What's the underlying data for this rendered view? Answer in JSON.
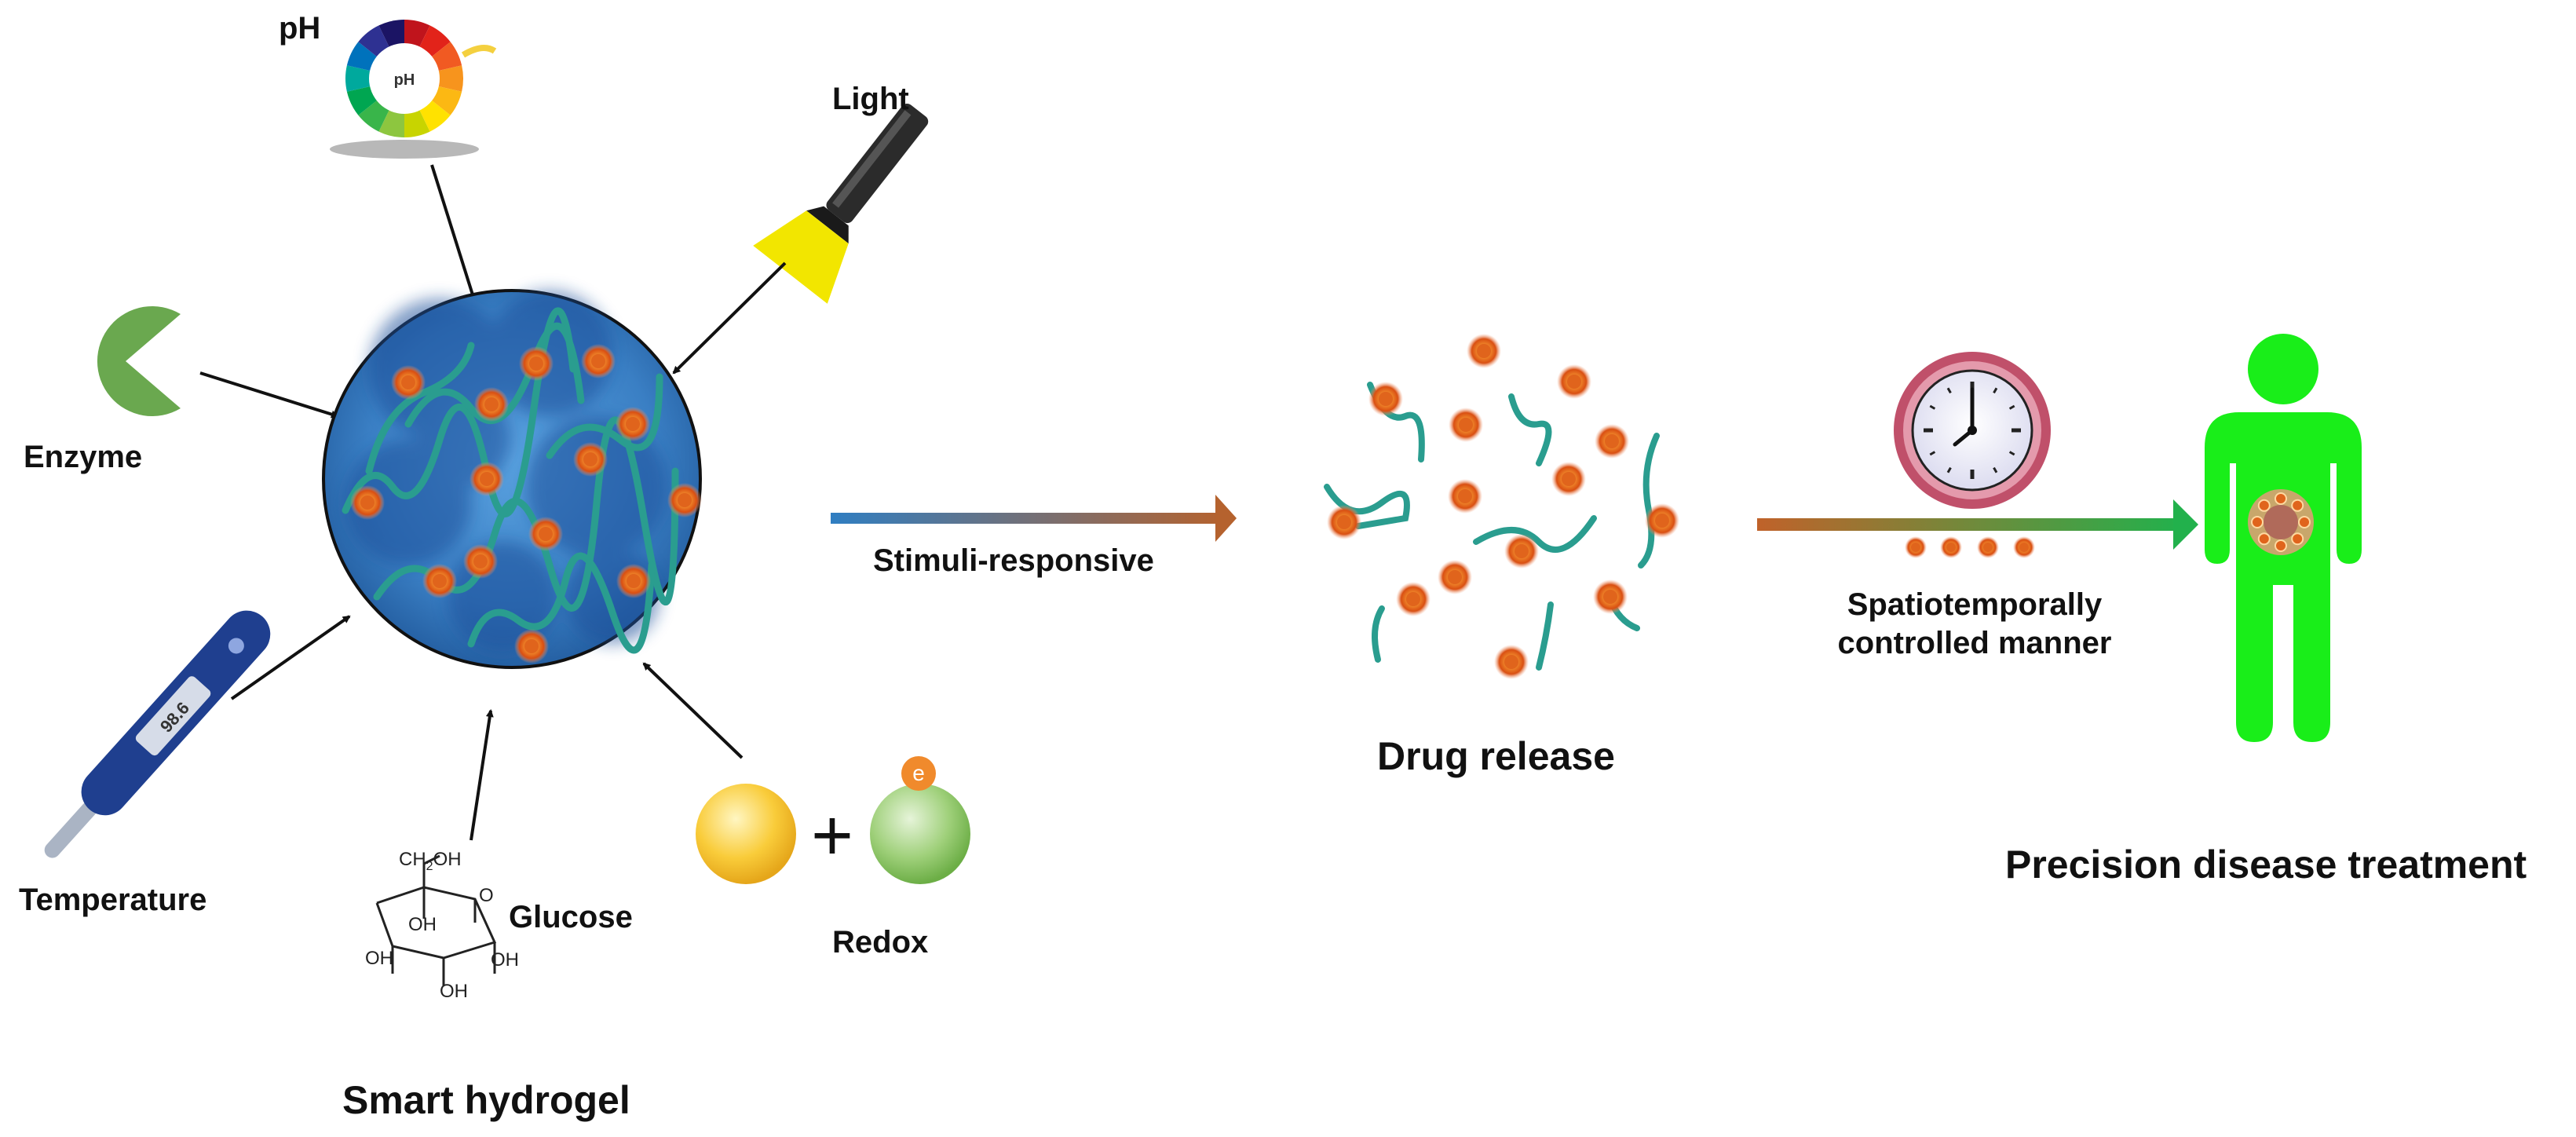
{
  "stimuli": {
    "ph": "pH",
    "light": "Light",
    "enzyme": "Enzyme",
    "temperature": "Temperature",
    "glucose": "Glucose",
    "redox": "Redox"
  },
  "glucose_structure": {
    "ch2oh": "CH",
    "ch2oh_sub": "2",
    "ch2oh_tail": "OH",
    "ring_o": "O",
    "oh_labels": [
      "OH",
      "OH",
      "OH",
      "OH"
    ]
  },
  "ph_dial_text": "pH",
  "thermometer_display": "98.6",
  "redox_electron": "e",
  "redox_plus": "+",
  "hydrogel_label": "Smart hydrogel",
  "arrow1_label": "Stimuli-responsive",
  "drug_release_label": "Drug release",
  "arrow2_label_line1": "Spatiotemporally",
  "arrow2_label_line2": "controlled manner",
  "treatment_label": "Precision disease treatment",
  "colors": {
    "hydrogel": "#3a7fc4",
    "polymer": "#2a9d8f",
    "drug": "#e0641c",
    "enzyme": "#6aa84f",
    "human": "#19ee19",
    "arrow_start": "#2f7ec2",
    "arrow_mid": "#b5622e",
    "arrow_end": "#22b14c"
  }
}
